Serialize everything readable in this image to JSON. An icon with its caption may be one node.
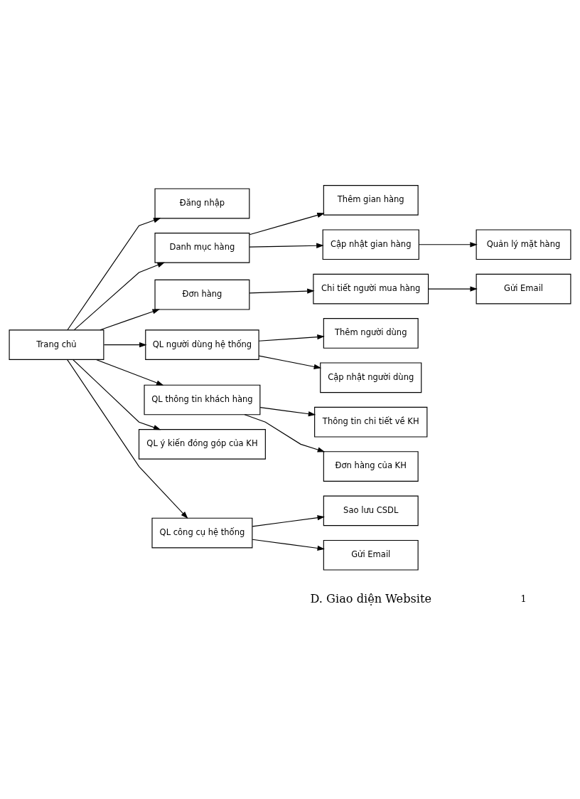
{
  "diagram": {
    "nodes": [
      {
        "text": [
          "Trang chủ"
        ]
      },
      {
        "text": [
          "Đăng nhập"
        ]
      },
      {
        "text": [
          "Danh mục hàng"
        ]
      },
      {
        "text": [
          "Thêm gian hàng"
        ]
      },
      {
        "text": [
          "Cập nhật gian hàng"
        ]
      },
      {
        "text": [
          "Quản lý mặt hàng"
        ]
      },
      {
        "text": [
          "Đơn hàng"
        ]
      },
      {
        "text": [
          "Chi tiết người mua hàng"
        ]
      },
      {
        "text": [
          "Gửi Email"
        ]
      },
      {
        "text": [
          "QL người dùng hệ thống"
        ]
      },
      {
        "text": [
          "Thêm người dùng"
        ]
      },
      {
        "text": [
          "Cập nhật người dùng"
        ]
      },
      {
        "text": [
          "QL thông tin khách hàng"
        ]
      },
      {
        "text": [
          "Thông tin chi tiết về KH"
        ]
      },
      {
        "text": [
          "Đơn hàng của KH"
        ]
      },
      {
        "text": [
          "QL ý kiến đóng góp của KH"
        ]
      },
      {
        "text": [
          "QL công cụ hệ thống"
        ]
      },
      {
        "text": [
          "Sao lưu CSDL"
        ]
      },
      {
        "text": [
          "Gửi Email"
        ]
      }
    ],
    "edges": [
      {
        "from": 0,
        "to": 1,
        "arrow": "to"
      },
      {
        "from": 0,
        "to": 2,
        "arrow": "to"
      },
      {
        "from": 2,
        "to": 3,
        "arrow": "to"
      },
      {
        "from": 2,
        "to": 4,
        "arrow": "to"
      },
      {
        "from": 4,
        "to": 5,
        "arrow": "to"
      },
      {
        "from": 0,
        "to": 6,
        "arrow": "to"
      },
      {
        "from": 6,
        "to": 7,
        "arrow": "to"
      },
      {
        "from": 7,
        "to": 8,
        "arrow": "to"
      },
      {
        "from": 0,
        "to": 9,
        "arrow": "to"
      },
      {
        "from": 9,
        "to": 10,
        "arrow": "to"
      },
      {
        "from": 9,
        "to": 11,
        "arrow": "to"
      },
      {
        "from": 0,
        "to": 12,
        "arrow": "to"
      },
      {
        "from": 12,
        "to": 13,
        "arrow": "to"
      },
      {
        "from": 12,
        "to": 14,
        "arrow": "to"
      },
      {
        "from": 0,
        "to": 15,
        "arrow": "to"
      },
      {
        "from": 0,
        "to": 16,
        "arrow": "to"
      },
      {
        "from": 16,
        "to": 17,
        "arrow": "to"
      },
      {
        "from": 16,
        "to": 18,
        "arrow": "to"
      }
    ],
    "labels": [
      "D. Giao diện Website",
      "1"
    ]
  }
}
